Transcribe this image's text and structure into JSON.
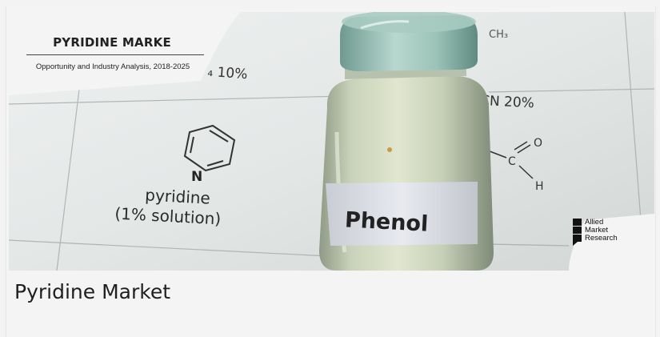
{
  "banner": {
    "title": "PYRIDINE MARKE",
    "subtitle": "Opportunity and Industry Analysis, 2018-2025",
    "pyridine_atom": "N",
    "pyridine_label": "pyridine",
    "pyridine_note": "(1% solution)",
    "formula_1": "SCN 20%",
    "formula_2": "₄ 10%",
    "formula_3": "CH₃",
    "aldehyde_o": "O",
    "aldehyde_c": "C",
    "aldehyde_h": "H",
    "bottle_label": "Phenol"
  },
  "logo": {
    "line1": "Allied",
    "line2": "Market",
    "line3": "Research"
  },
  "caption": "Pyridine Market"
}
